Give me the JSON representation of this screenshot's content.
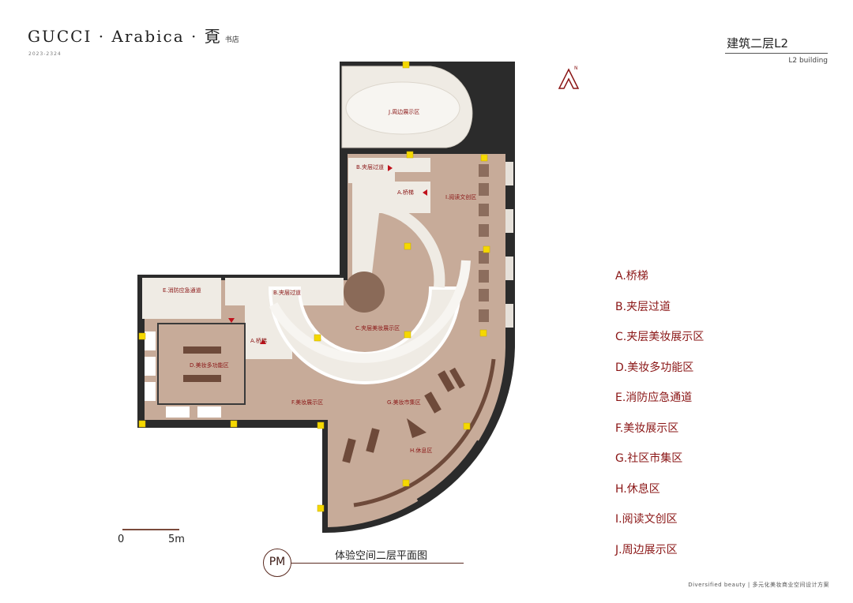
{
  "header": {
    "brand": "GUCCI · Arabica · 覔",
    "bookstore": "书店",
    "year": "2023-2324",
    "floor_title": "建筑二层L2",
    "floor_subtitle": "L2 building"
  },
  "legend": [
    "A.桥梯",
    "B.夹层过道",
    "C.夹层美妆展示区",
    "D.美妆多功能区",
    "E.消防应急通道",
    "F.美妆展示区",
    "G.社区市集区",
    "H.休息区",
    "I.阅读文创区",
    "J.周边展示区"
  ],
  "plan_labels": {
    "J": "J.周边展示区",
    "B_top": "B.夹层过道",
    "A_top": "A.桥梯",
    "I": "I.阅读文创区",
    "E": "E.消防应急通道",
    "B_left": "B.夹层过道",
    "A_left": "A.桥梯",
    "C": "C.夹层美妆展示区",
    "D": "D.美妆多功能区",
    "F": "F.美妆展示区",
    "G": "G.美妆市集区",
    "H": "H.休息区"
  },
  "scale": {
    "zero": "0",
    "five": "5m"
  },
  "compass": "N",
  "pm": "PM",
  "plan_title": "体验空间二层平面图",
  "footer": "Diversified beauty | 多元化美妆商业空间设计方案",
  "colors": {
    "wall": "#2b2b2b",
    "floor": "#c7ab99",
    "room": "#efebe4",
    "accent": "#8a1515",
    "wood": "#6e4a3a",
    "marker": "#f5d800"
  }
}
